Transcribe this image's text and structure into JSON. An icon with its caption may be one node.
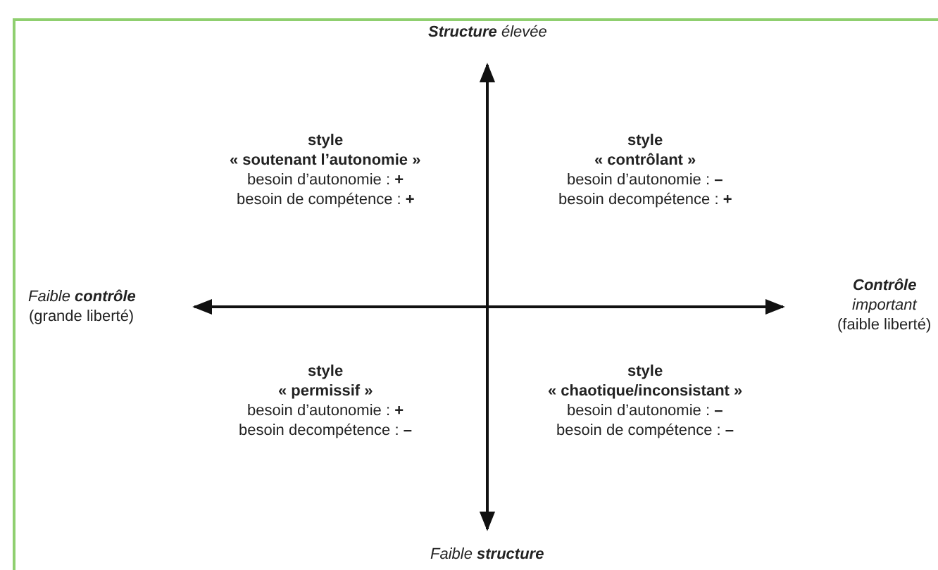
{
  "diagram": {
    "labels": [
      "**Structure** élevée",
      "style",
      "« soutenant l’autonomie »",
      "besoin d’autonomie : **+**",
      "besoin de compétence : **+**",
      "style",
      "« contrôlant »",
      "besoin d’autonomie : **–**",
      "besoin decompétence : **+**",
      "Faible **contrôle**",
      "(grande liberté)",
      "Contrôle",
      "important",
      "(faible liberté)",
      "style",
      "« permissif »",
      "besoin d’autonomie : **+**",
      "besoin decompétence : **–**",
      "style",
      "« chaotique/inconsistant »",
      "besoin d’autonomie : **–**",
      "besoin de compétence : **–**",
      "Faible **structure**"
    ]
  }
}
